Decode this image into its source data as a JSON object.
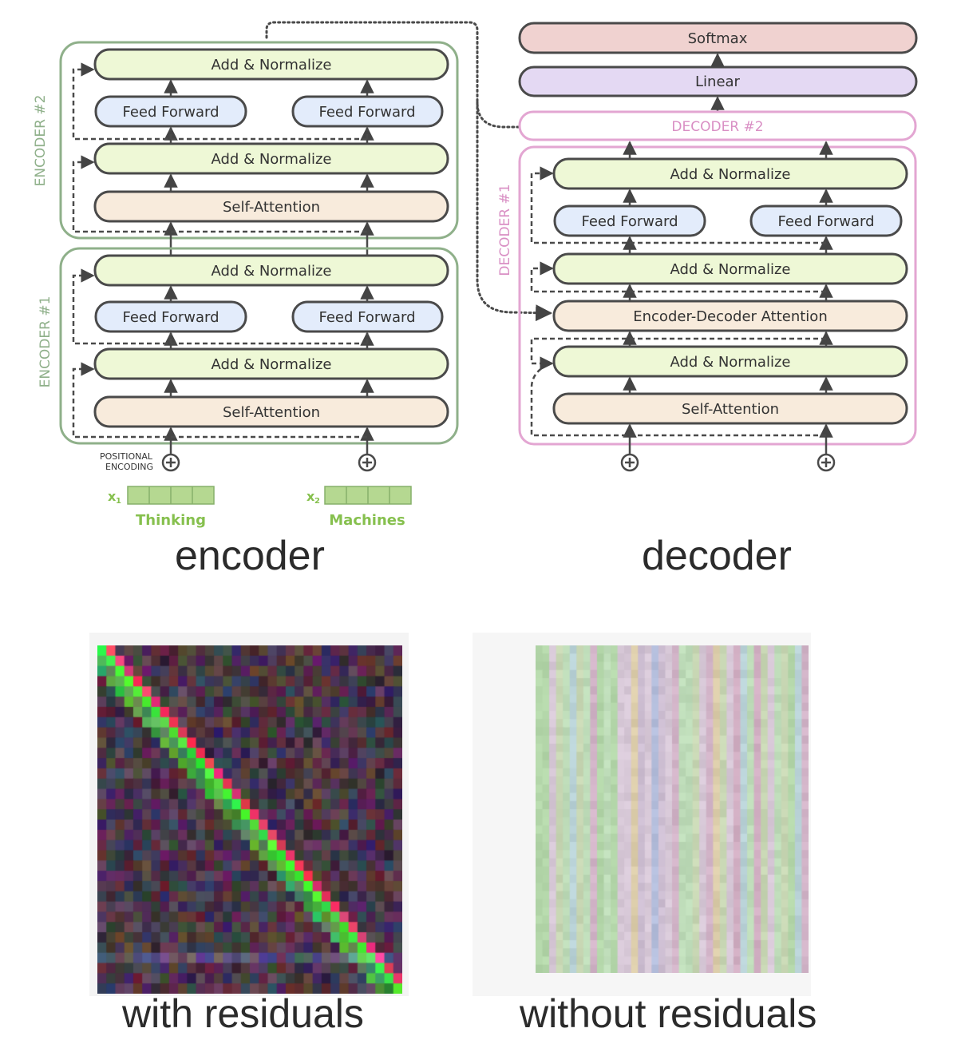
{
  "encoder": {
    "enc2_label": "ENCODER #2",
    "enc1_label": "ENCODER #1",
    "enc2": {
      "add_norm_top": "Add & Normalize",
      "ff_left": "Feed Forward",
      "ff_right": "Feed Forward",
      "add_norm_mid": "Add & Normalize",
      "self_attention": "Self-Attention"
    },
    "enc1": {
      "add_norm_top": "Add & Normalize",
      "ff_left": "Feed Forward",
      "ff_right": "Feed Forward",
      "add_norm_mid": "Add & Normalize",
      "self_attention": "Self-Attention"
    },
    "positional_line1": "POSITIONAL",
    "positional_line2": "ENCODING",
    "x1": "x",
    "x1_sub": "1",
    "x2": "x",
    "x2_sub": "2",
    "word1": "Thinking",
    "word2": "Machines"
  },
  "decoder": {
    "softmax": "Softmax",
    "linear": "Linear",
    "dec2_label": "DECODER #2",
    "dec1_label": "DECODER #1",
    "add_norm_top": "Add & Normalize",
    "ff_left": "Feed Forward",
    "ff_right": "Feed Forward",
    "add_norm_2": "Add & Normalize",
    "enc_dec_attention": "Encoder-Decoder Attention",
    "add_norm_1": "Add & Normalize",
    "self_attention": "Self-Attention"
  },
  "captions": {
    "encoder": "encoder",
    "decoder": "decoder",
    "with_residuals": "with residuals",
    "without_residuals": "without residuals"
  },
  "colors": {
    "add_norm_fill": "#eef8d6",
    "feed_forward_fill": "#e3ecfb",
    "attention_fill": "#f8ebdc",
    "softmax_fill": "#f0d2d0",
    "linear_fill": "#e4d9f3",
    "encoder_border": "#8fb08a",
    "decoder_border": "#e3a6d2",
    "word_green": "#86c04e"
  }
}
